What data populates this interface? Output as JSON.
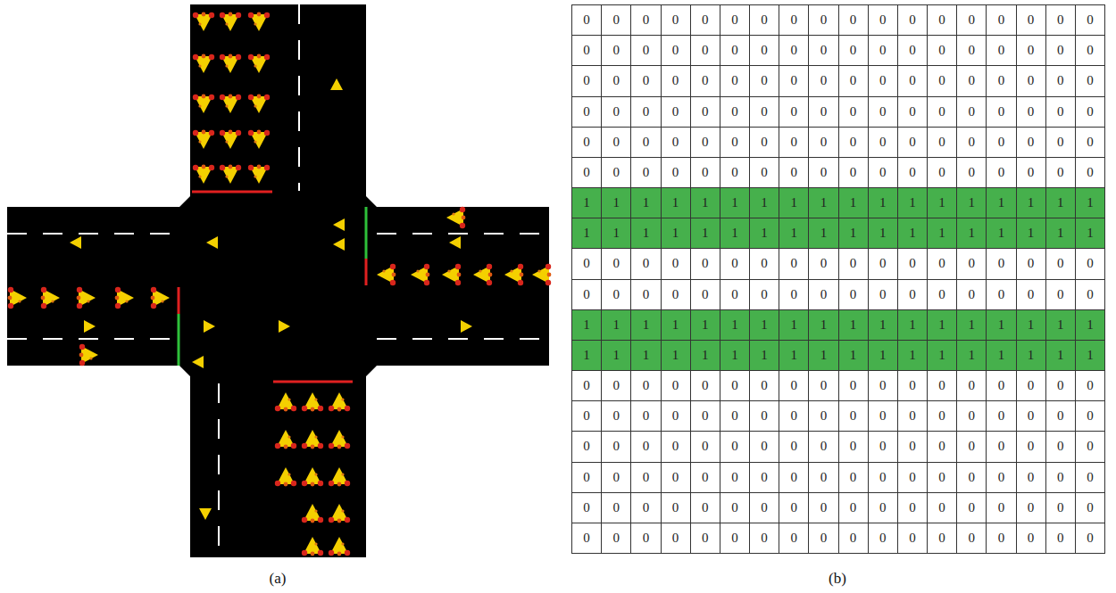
{
  "diagram": {
    "labels": [
      "0",
      "0",
      "0",
      "0",
      "0",
      "0",
      "0",
      "0",
      "0",
      "0",
      "0",
      "0",
      "0",
      "0",
      "0",
      "0",
      "0",
      "0",
      "0",
      "0",
      "0",
      "0",
      "0",
      "0",
      "0",
      "0",
      "0",
      "0",
      "0",
      "0",
      "0",
      "0",
      "0",
      "0",
      "0",
      "0",
      "0",
      "0",
      "0",
      "0",
      "0",
      "0",
      "0",
      "0",
      "0",
      "0",
      "0",
      "0",
      "0",
      "0",
      "0",
      "0",
      "0",
      "0",
      "0",
      "0",
      "0",
      "0",
      "0",
      "0",
      "0",
      "0",
      "0",
      "0",
      "0",
      "0",
      "0",
      "0",
      "0",
      "0",
      "0",
      "0",
      "0",
      "0",
      "0",
      "0",
      "0",
      "0",
      "0",
      "0",
      "0",
      "0",
      "0",
      "0",
      "0",
      "0",
      "0",
      "0",
      "0",
      "0",
      "0",
      "0",
      "0",
      "0",
      "0",
      "0",
      "0",
      "0",
      "0",
      "0",
      "0",
      "0",
      "0",
      "0",
      "0",
      "0",
      "0",
      "0",
      "1",
      "1",
      "1",
      "1",
      "1",
      "1",
      "1",
      "1",
      "1",
      "1",
      "1",
      "1",
      "1",
      "1",
      "1",
      "1",
      "1",
      "1",
      "1",
      "1",
      "1",
      "1",
      "1",
      "1",
      "1",
      "1",
      "1",
      "1",
      "1",
      "1",
      "1",
      "1",
      "1",
      "1",
      "1",
      "1",
      "0",
      "0",
      "0",
      "0",
      "0",
      "0",
      "0",
      "0",
      "0",
      "0",
      "0",
      "0",
      "0",
      "0",
      "0",
      "0",
      "0",
      "0",
      "0",
      "0",
      "0",
      "0",
      "0",
      "0",
      "0",
      "0",
      "0",
      "0",
      "0",
      "0",
      "0",
      "0",
      "0",
      "0",
      "0",
      "0",
      "1",
      "1",
      "1",
      "1",
      "1",
      "1",
      "1",
      "1",
      "1",
      "1",
      "1",
      "1",
      "1",
      "1",
      "1",
      "1",
      "1",
      "1",
      "1",
      "1",
      "1",
      "1",
      "1",
      "1",
      "1",
      "1",
      "1",
      "1",
      "1",
      "1",
      "1",
      "1",
      "1",
      "1",
      "1",
      "1",
      "0",
      "0",
      "0",
      "0",
      "0",
      "0",
      "0",
      "0",
      "0",
      "0",
      "0",
      "0",
      "0",
      "0",
      "0",
      "0",
      "0",
      "0",
      "0",
      "0",
      "0",
      "0",
      "0",
      "0",
      "0",
      "0",
      "0",
      "0",
      "0",
      "0",
      "0",
      "0",
      "0",
      "0",
      "0",
      "0",
      "0",
      "0",
      "0",
      "0",
      "0",
      "0",
      "0",
      "0",
      "0",
      "0",
      "0",
      "0",
      "0",
      "0",
      "0",
      "0",
      "0",
      "0",
      "0",
      "0",
      "0",
      "0",
      "0",
      "0",
      "0",
      "0",
      "0",
      "0",
      "0",
      "0",
      "0",
      "0",
      "0",
      "0",
      "0",
      "0",
      "0",
      "0",
      "0",
      "0",
      "0",
      "0",
      "0",
      "0",
      "0",
      "0",
      "0",
      "0",
      "0",
      "0",
      "0",
      "0",
      "0",
      "0",
      "0",
      "0",
      "0",
      "0",
      "0",
      "0",
      "0",
      "0",
      "0",
      "0",
      "0",
      "0",
      "0",
      "0",
      "0",
      "0",
      "0",
      "0",
      "(a)",
      "(b)"
    ]
  }
}
